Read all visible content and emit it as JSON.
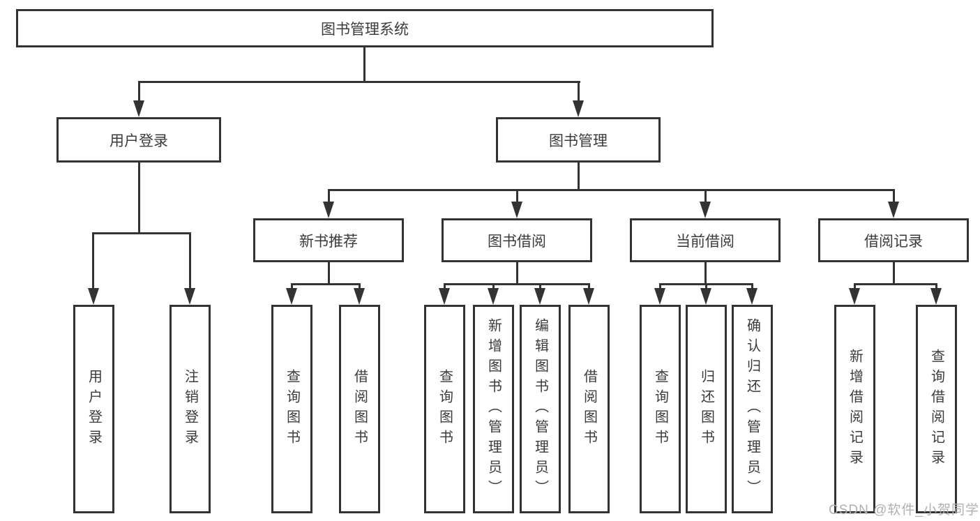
{
  "diagram": {
    "root": {
      "label": "图书管理系统"
    },
    "user_login": {
      "label": "用户登录",
      "children": {
        "login": {
          "label": "用户登录"
        },
        "logout": {
          "label": "注销登录"
        }
      }
    },
    "book_mgmt": {
      "label": "图书管理",
      "children": {
        "new_book_rec": {
          "label": "新书推荐",
          "children": {
            "query": {
              "label": "查询图书"
            },
            "borrow": {
              "label": "借阅图书"
            }
          }
        },
        "book_borrow": {
          "label": "图书借阅",
          "children": {
            "query": {
              "label": "查询图书"
            },
            "add": {
              "label": "新增图书（管理员）"
            },
            "edit": {
              "label": "编辑图书（管理员）"
            },
            "borrow": {
              "label": "借阅图书"
            }
          }
        },
        "current_borrow": {
          "label": "当前借阅",
          "children": {
            "query": {
              "label": "查询图书"
            },
            "return": {
              "label": "归还图书"
            },
            "confirm": {
              "label": "确认归还（管理员）"
            }
          }
        },
        "borrow_records": {
          "label": "借阅记录",
          "children": {
            "add": {
              "label": "新增借阅记录"
            },
            "query": {
              "label": "查询借阅记录"
            }
          }
        }
      }
    }
  },
  "watermark": {
    "text": "CSDN @软件_小贺同学"
  },
  "colors": {
    "line": "#333333",
    "text": "#3b3b3b",
    "background": "#ffffff",
    "watermark": "#b0b0b0"
  }
}
